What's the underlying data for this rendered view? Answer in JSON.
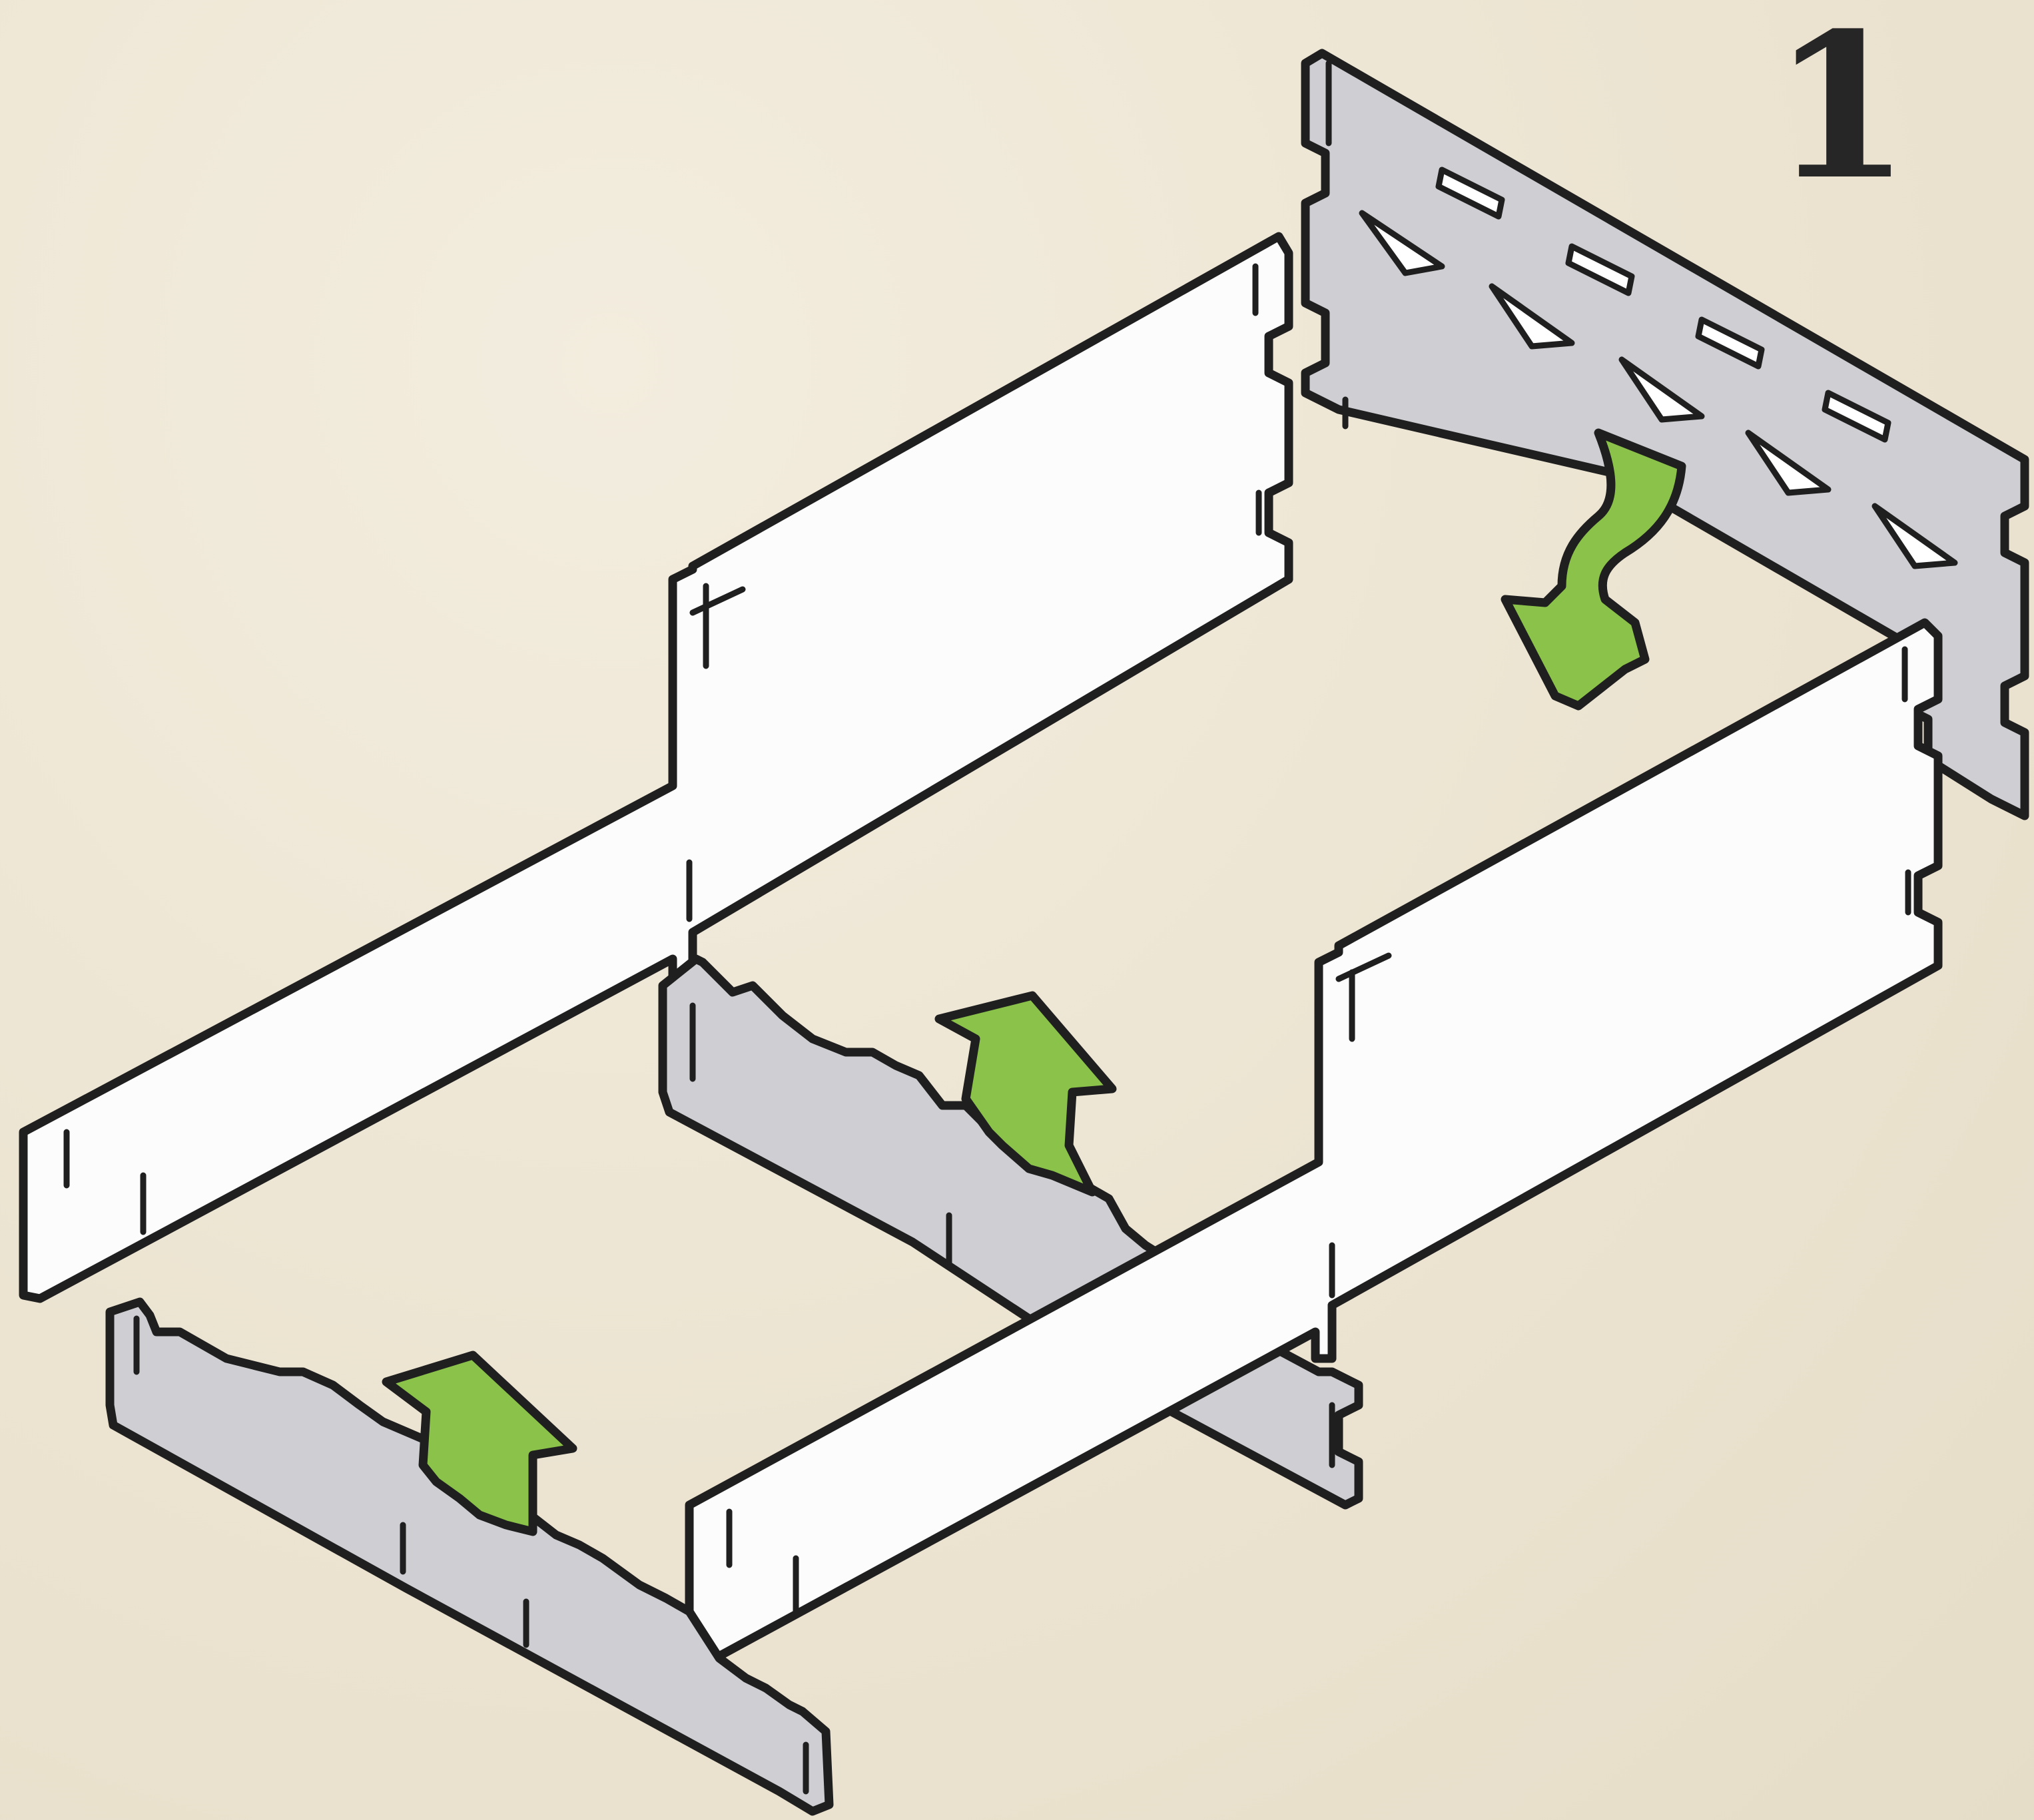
{
  "step": {
    "number": "1"
  },
  "colors": {
    "background": "#eee7d6",
    "side_panel": "#fcfcfc",
    "gray_panel": "#cfced3",
    "arrow": "#8bc34a",
    "outline": "#1f1f1f"
  },
  "parts": [
    {
      "name": "back-panel",
      "color": "gray",
      "icon": "panel-with-slots"
    },
    {
      "name": "left-side-panel",
      "color": "white"
    },
    {
      "name": "right-side-panel",
      "color": "white"
    },
    {
      "name": "middle-support",
      "color": "gray"
    },
    {
      "name": "front-support",
      "color": "gray"
    },
    {
      "name": "back-insert-arrow",
      "color": "green",
      "icon": "curved-down-arrow"
    },
    {
      "name": "middle-insert-arrow",
      "color": "green",
      "icon": "up-arrow"
    },
    {
      "name": "front-insert-arrow",
      "color": "green",
      "icon": "up-arrow"
    }
  ]
}
